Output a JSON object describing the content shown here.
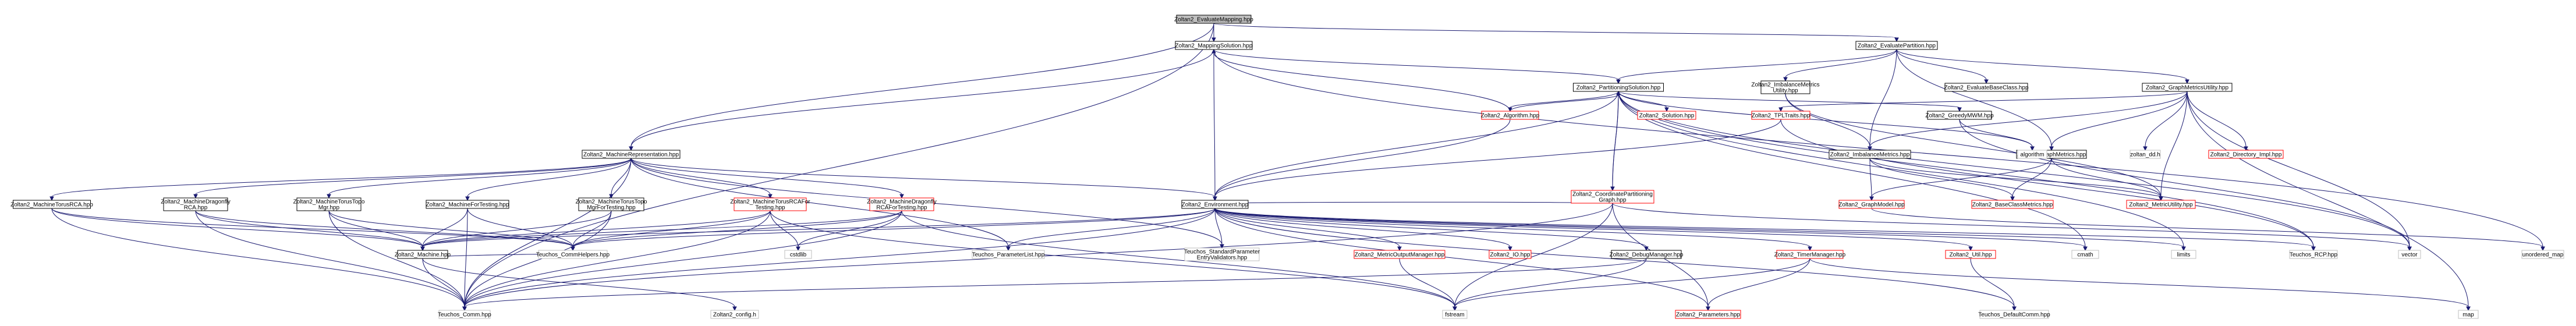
{
  "diagram": {
    "kind": "include-dependency-graph",
    "colors": {
      "edge": "#191970",
      "root_fill": "#bfbfbf",
      "documented_border": "#000000",
      "undocumented_border": "#ff0000",
      "external_border": "#bfbfbf"
    },
    "nodes": [
      {
        "id": "evalmap",
        "lines": [
          "Zoltan2_EvaluateMapping.hpp"
        ],
        "kind": "root"
      },
      {
        "id": "mapsol",
        "lines": [
          "Zoltan2_MappingSolution.hpp"
        ],
        "kind": "doc"
      },
      {
        "id": "evalpart",
        "lines": [
          "Zoltan2_EvaluatePartition.hpp"
        ],
        "kind": "doc"
      },
      {
        "id": "partsol",
        "lines": [
          "Zoltan2_PartitioningSolution.hpp"
        ],
        "kind": "doc"
      },
      {
        "id": "machrep",
        "lines": [
          "Zoltan2_MachineRepresentation.hpp"
        ],
        "kind": "doc"
      },
      {
        "id": "imbmu",
        "lines": [
          "Zoltan2_ImbalanceMetrics",
          "Utility.hpp"
        ],
        "kind": "doc"
      },
      {
        "id": "evalbase",
        "lines": [
          "Zoltan2_EvaluateBaseClass.hpp"
        ],
        "kind": "doc"
      },
      {
        "id": "gmu",
        "lines": [
          "Zoltan2_GraphMetricsUtility.hpp"
        ],
        "kind": "doc"
      },
      {
        "id": "algorithm",
        "lines": [
          "Zoltan2_Algorithm.hpp"
        ],
        "kind": "nodoc"
      },
      {
        "id": "solution",
        "lines": [
          "Zoltan2_Solution.hpp"
        ],
        "kind": "nodoc"
      },
      {
        "id": "tpltraits",
        "lines": [
          "Zoltan2_TPLTraits.hpp"
        ],
        "kind": "nodoc"
      },
      {
        "id": "greedy",
        "lines": [
          "Zoltan2_GreedyMWM.hpp"
        ],
        "kind": "doc"
      },
      {
        "id": "imbm",
        "lines": [
          "Zoltan2_ImbalanceMetrics.hpp"
        ],
        "kind": "doc"
      },
      {
        "id": "gmetrics",
        "lines": [
          "Zoltan2_GraphMetrics.hpp"
        ],
        "kind": "doc"
      },
      {
        "id": "zdd",
        "lines": [
          "zoltan_dd.h"
        ],
        "kind": "ext"
      },
      {
        "id": "dirimpl",
        "lines": [
          "Zoltan2_Directory_Impl.hpp"
        ],
        "kind": "nodoc"
      },
      {
        "id": "torusrca",
        "lines": [
          "Zoltan2_MachineTorusRCA.hpp"
        ],
        "kind": "doc"
      },
      {
        "id": "dragonrca",
        "lines": [
          "Zoltan2_MachineDragonfly",
          "RCA.hpp"
        ],
        "kind": "doc"
      },
      {
        "id": "torustopo",
        "lines": [
          "Zoltan2_MachineTorusTopo",
          "Mgr.hpp"
        ],
        "kind": "doc"
      },
      {
        "id": "forttest",
        "lines": [
          "Zoltan2_MachineForTesting.hpp"
        ],
        "kind": "doc"
      },
      {
        "id": "torustopotest",
        "lines": [
          "Zoltan2_MachineTorusTopo",
          "MgrForTesting.hpp"
        ],
        "kind": "doc"
      },
      {
        "id": "torusrcatest",
        "lines": [
          "Zoltan2_MachineTorusRCAFor",
          "Testing.hpp"
        ],
        "kind": "nodoc"
      },
      {
        "id": "dragonrcatest",
        "lines": [
          "Zoltan2_MachineDragonfly",
          "RCAForTesting.hpp"
        ],
        "kind": "nodoc"
      },
      {
        "id": "env",
        "lines": [
          "Zoltan2_Environment.hpp"
        ],
        "kind": "doc"
      },
      {
        "id": "coordpart",
        "lines": [
          "Zoltan2_CoordinatePartitioning",
          "Graph.hpp"
        ],
        "kind": "nodoc"
      },
      {
        "id": "graphmodel",
        "lines": [
          "Zoltan2_GraphModel.hpp"
        ],
        "kind": "nodoc"
      },
      {
        "id": "basecm",
        "lines": [
          "Zoltan2_BaseClassMetrics.hpp"
        ],
        "kind": "nodoc"
      },
      {
        "id": "metricutil",
        "lines": [
          "Zoltan2_MetricUtility.hpp"
        ],
        "kind": "nodoc"
      },
      {
        "id": "mach",
        "lines": [
          "Zoltan2_Machine.hpp"
        ],
        "kind": "doc"
      },
      {
        "id": "commhelp",
        "lines": [
          "Teuchos_CommHelpers.hpp"
        ],
        "kind": "ext"
      },
      {
        "id": "cstdlib",
        "lines": [
          "cstdlib"
        ],
        "kind": "ext"
      },
      {
        "id": "plist",
        "lines": [
          "Teuchos_ParameterList.hpp"
        ],
        "kind": "ext"
      },
      {
        "id": "stdparam",
        "lines": [
          "Teuchos_StandardParameter",
          "EntryValidators.hpp"
        ],
        "kind": "ext"
      },
      {
        "id": "mom",
        "lines": [
          "Zoltan2_MetricOutputManager.hpp"
        ],
        "kind": "nodoc"
      },
      {
        "id": "io",
        "lines": [
          "Zoltan2_IO.hpp"
        ],
        "kind": "nodoc"
      },
      {
        "id": "dbgmgr",
        "lines": [
          "Zoltan2_DebugManager.hpp"
        ],
        "kind": "doc"
      },
      {
        "id": "timer",
        "lines": [
          "Zoltan2_TimerManager.hpp"
        ],
        "kind": "nodoc"
      },
      {
        "id": "util",
        "lines": [
          "Zoltan2_Util.hpp"
        ],
        "kind": "nodoc"
      },
      {
        "id": "cmath",
        "lines": [
          "cmath"
        ],
        "kind": "ext"
      },
      {
        "id": "limits",
        "lines": [
          "limits"
        ],
        "kind": "ext"
      },
      {
        "id": "rcp",
        "lines": [
          "Teuchos_RCP.hpp"
        ],
        "kind": "ext"
      },
      {
        "id": "vector",
        "lines": [
          "vector"
        ],
        "kind": "ext"
      },
      {
        "id": "algo",
        "lines": [
          "algorithm"
        ],
        "kind": "ext"
      },
      {
        "id": "umap",
        "lines": [
          "unordered_map"
        ],
        "kind": "ext"
      },
      {
        "id": "comm",
        "lines": [
          "Teuchos_Comm.hpp"
        ],
        "kind": "ext"
      },
      {
        "id": "config",
        "lines": [
          "Zoltan2_config.h"
        ],
        "kind": "ext"
      },
      {
        "id": "fstream",
        "lines": [
          "fstream"
        ],
        "kind": "ext"
      },
      {
        "id": "params",
        "lines": [
          "Zoltan2_Parameters.hpp"
        ],
        "kind": "nodoc"
      },
      {
        "id": "defcomm",
        "lines": [
          "Teuchos_DefaultComm.hpp"
        ],
        "kind": "ext"
      },
      {
        "id": "map",
        "lines": [
          "map"
        ],
        "kind": "ext"
      }
    ],
    "edges": [
      [
        "evalmap",
        "mapsol"
      ],
      [
        "evalmap",
        "evalpart"
      ],
      [
        "evalmap",
        "machrep"
      ],
      [
        "evalmap",
        "comm"
      ],
      [
        "mapsol",
        "partsol"
      ],
      [
        "mapsol",
        "machrep"
      ],
      [
        "mapsol",
        "env"
      ],
      [
        "mapsol",
        "umap"
      ],
      [
        "evalpart",
        "partsol"
      ],
      [
        "evalpart",
        "imbmu"
      ],
      [
        "evalpart",
        "evalbase"
      ],
      [
        "evalpart",
        "gmu"
      ],
      [
        "evalpart",
        "imbm"
      ],
      [
        "evalpart",
        "gmetrics"
      ],
      [
        "partsol",
        "algorithm"
      ],
      [
        "partsol",
        "solution"
      ],
      [
        "partsol",
        "greedy"
      ],
      [
        "partsol",
        "env"
      ],
      [
        "partsol",
        "coordpart"
      ],
      [
        "partsol",
        "cmath"
      ],
      [
        "partsol",
        "limits"
      ],
      [
        "partsol",
        "vector"
      ],
      [
        "partsol",
        "algo"
      ],
      [
        "partsol",
        "rcp"
      ],
      [
        "algorithm",
        "partsol"
      ],
      [
        "algorithm",
        "env"
      ],
      [
        "algorithm",
        "mapsol"
      ],
      [
        "coordpart",
        "partsol"
      ],
      [
        "coordpart",
        "env"
      ],
      [
        "coordpart",
        "fstream"
      ],
      [
        "coordpart",
        "comm"
      ],
      [
        "coordpart",
        "params"
      ],
      [
        "coordpart",
        "vector"
      ],
      [
        "greedy",
        "algo"
      ],
      [
        "greedy",
        "vector"
      ],
      [
        "machrep",
        "torusrca"
      ],
      [
        "machrep",
        "dragonrca"
      ],
      [
        "machrep",
        "torustopo"
      ],
      [
        "machrep",
        "forttest"
      ],
      [
        "machrep",
        "torustopotest"
      ],
      [
        "machrep",
        "torusrcatest"
      ],
      [
        "machrep",
        "dragonrcatest"
      ],
      [
        "machrep",
        "env"
      ],
      [
        "machrep",
        "plist"
      ],
      [
        "machrep",
        "stdparam"
      ],
      [
        "machrep",
        "comm"
      ],
      [
        "torusrca",
        "mach"
      ],
      [
        "torusrca",
        "commhelp"
      ],
      [
        "torusrca",
        "comm"
      ],
      [
        "dragonrca",
        "mach"
      ],
      [
        "dragonrca",
        "commhelp"
      ],
      [
        "dragonrca",
        "comm"
      ],
      [
        "torustopo",
        "mach"
      ],
      [
        "torustopo",
        "commhelp"
      ],
      [
        "torustopo",
        "comm"
      ],
      [
        "forttest",
        "mach"
      ],
      [
        "forttest",
        "commhelp"
      ],
      [
        "forttest",
        "comm"
      ],
      [
        "torustopotest",
        "mach"
      ],
      [
        "torustopotest",
        "commhelp"
      ],
      [
        "torustopotest",
        "comm"
      ],
      [
        "torusrcatest",
        "mach"
      ],
      [
        "torusrcatest",
        "commhelp"
      ],
      [
        "torusrcatest",
        "cstdlib"
      ],
      [
        "torusrcatest",
        "fstream"
      ],
      [
        "torusrcatest",
        "comm"
      ],
      [
        "dragonrcatest",
        "mach"
      ],
      [
        "dragonrcatest",
        "commhelp"
      ],
      [
        "dragonrcatest",
        "cstdlib"
      ],
      [
        "dragonrcatest",
        "fstream"
      ],
      [
        "dragonrcatest",
        "comm"
      ],
      [
        "mach",
        "comm"
      ],
      [
        "mach",
        "config"
      ],
      [
        "mach",
        "commhelp"
      ],
      [
        "env",
        "mach"
      ],
      [
        "env",
        "commhelp"
      ],
      [
        "env",
        "plist"
      ],
      [
        "env",
        "stdparam"
      ],
      [
        "env",
        "mom"
      ],
      [
        "env",
        "io"
      ],
      [
        "env",
        "dbgmgr"
      ],
      [
        "env",
        "timer"
      ],
      [
        "env",
        "util"
      ],
      [
        "env",
        "params"
      ],
      [
        "env",
        "defcomm"
      ],
      [
        "env",
        "cmath"
      ],
      [
        "env",
        "limits"
      ],
      [
        "env",
        "rcp"
      ],
      [
        "env",
        "comm"
      ],
      [
        "imbmu",
        "imbm"
      ],
      [
        "imbmu",
        "metricutil"
      ],
      [
        "gmu",
        "tpltraits"
      ],
      [
        "gmu",
        "imbm"
      ],
      [
        "gmu",
        "gmetrics"
      ],
      [
        "gmu",
        "zdd"
      ],
      [
        "gmu",
        "dirimpl"
      ],
      [
        "gmu",
        "vector"
      ],
      [
        "gmu",
        "map"
      ],
      [
        "gmu",
        "metricutil"
      ],
      [
        "tpltraits",
        "env"
      ],
      [
        "tpltraits",
        "rcp"
      ],
      [
        "imbm",
        "graphmodel"
      ],
      [
        "imbm",
        "basecm"
      ],
      [
        "imbm",
        "metricutil"
      ],
      [
        "gmetrics",
        "graphmodel"
      ],
      [
        "gmetrics",
        "basecm"
      ],
      [
        "gmetrics",
        "metricutil"
      ],
      [
        "graphmodel",
        "umap"
      ],
      [
        "mom",
        "fstream"
      ],
      [
        "dbgmgr",
        "fstream"
      ],
      [
        "dbgmgr",
        "comm"
      ],
      [
        "timer",
        "params"
      ],
      [
        "timer",
        "fstream"
      ],
      [
        "timer",
        "map"
      ],
      [
        "util",
        "defcomm"
      ]
    ]
  }
}
